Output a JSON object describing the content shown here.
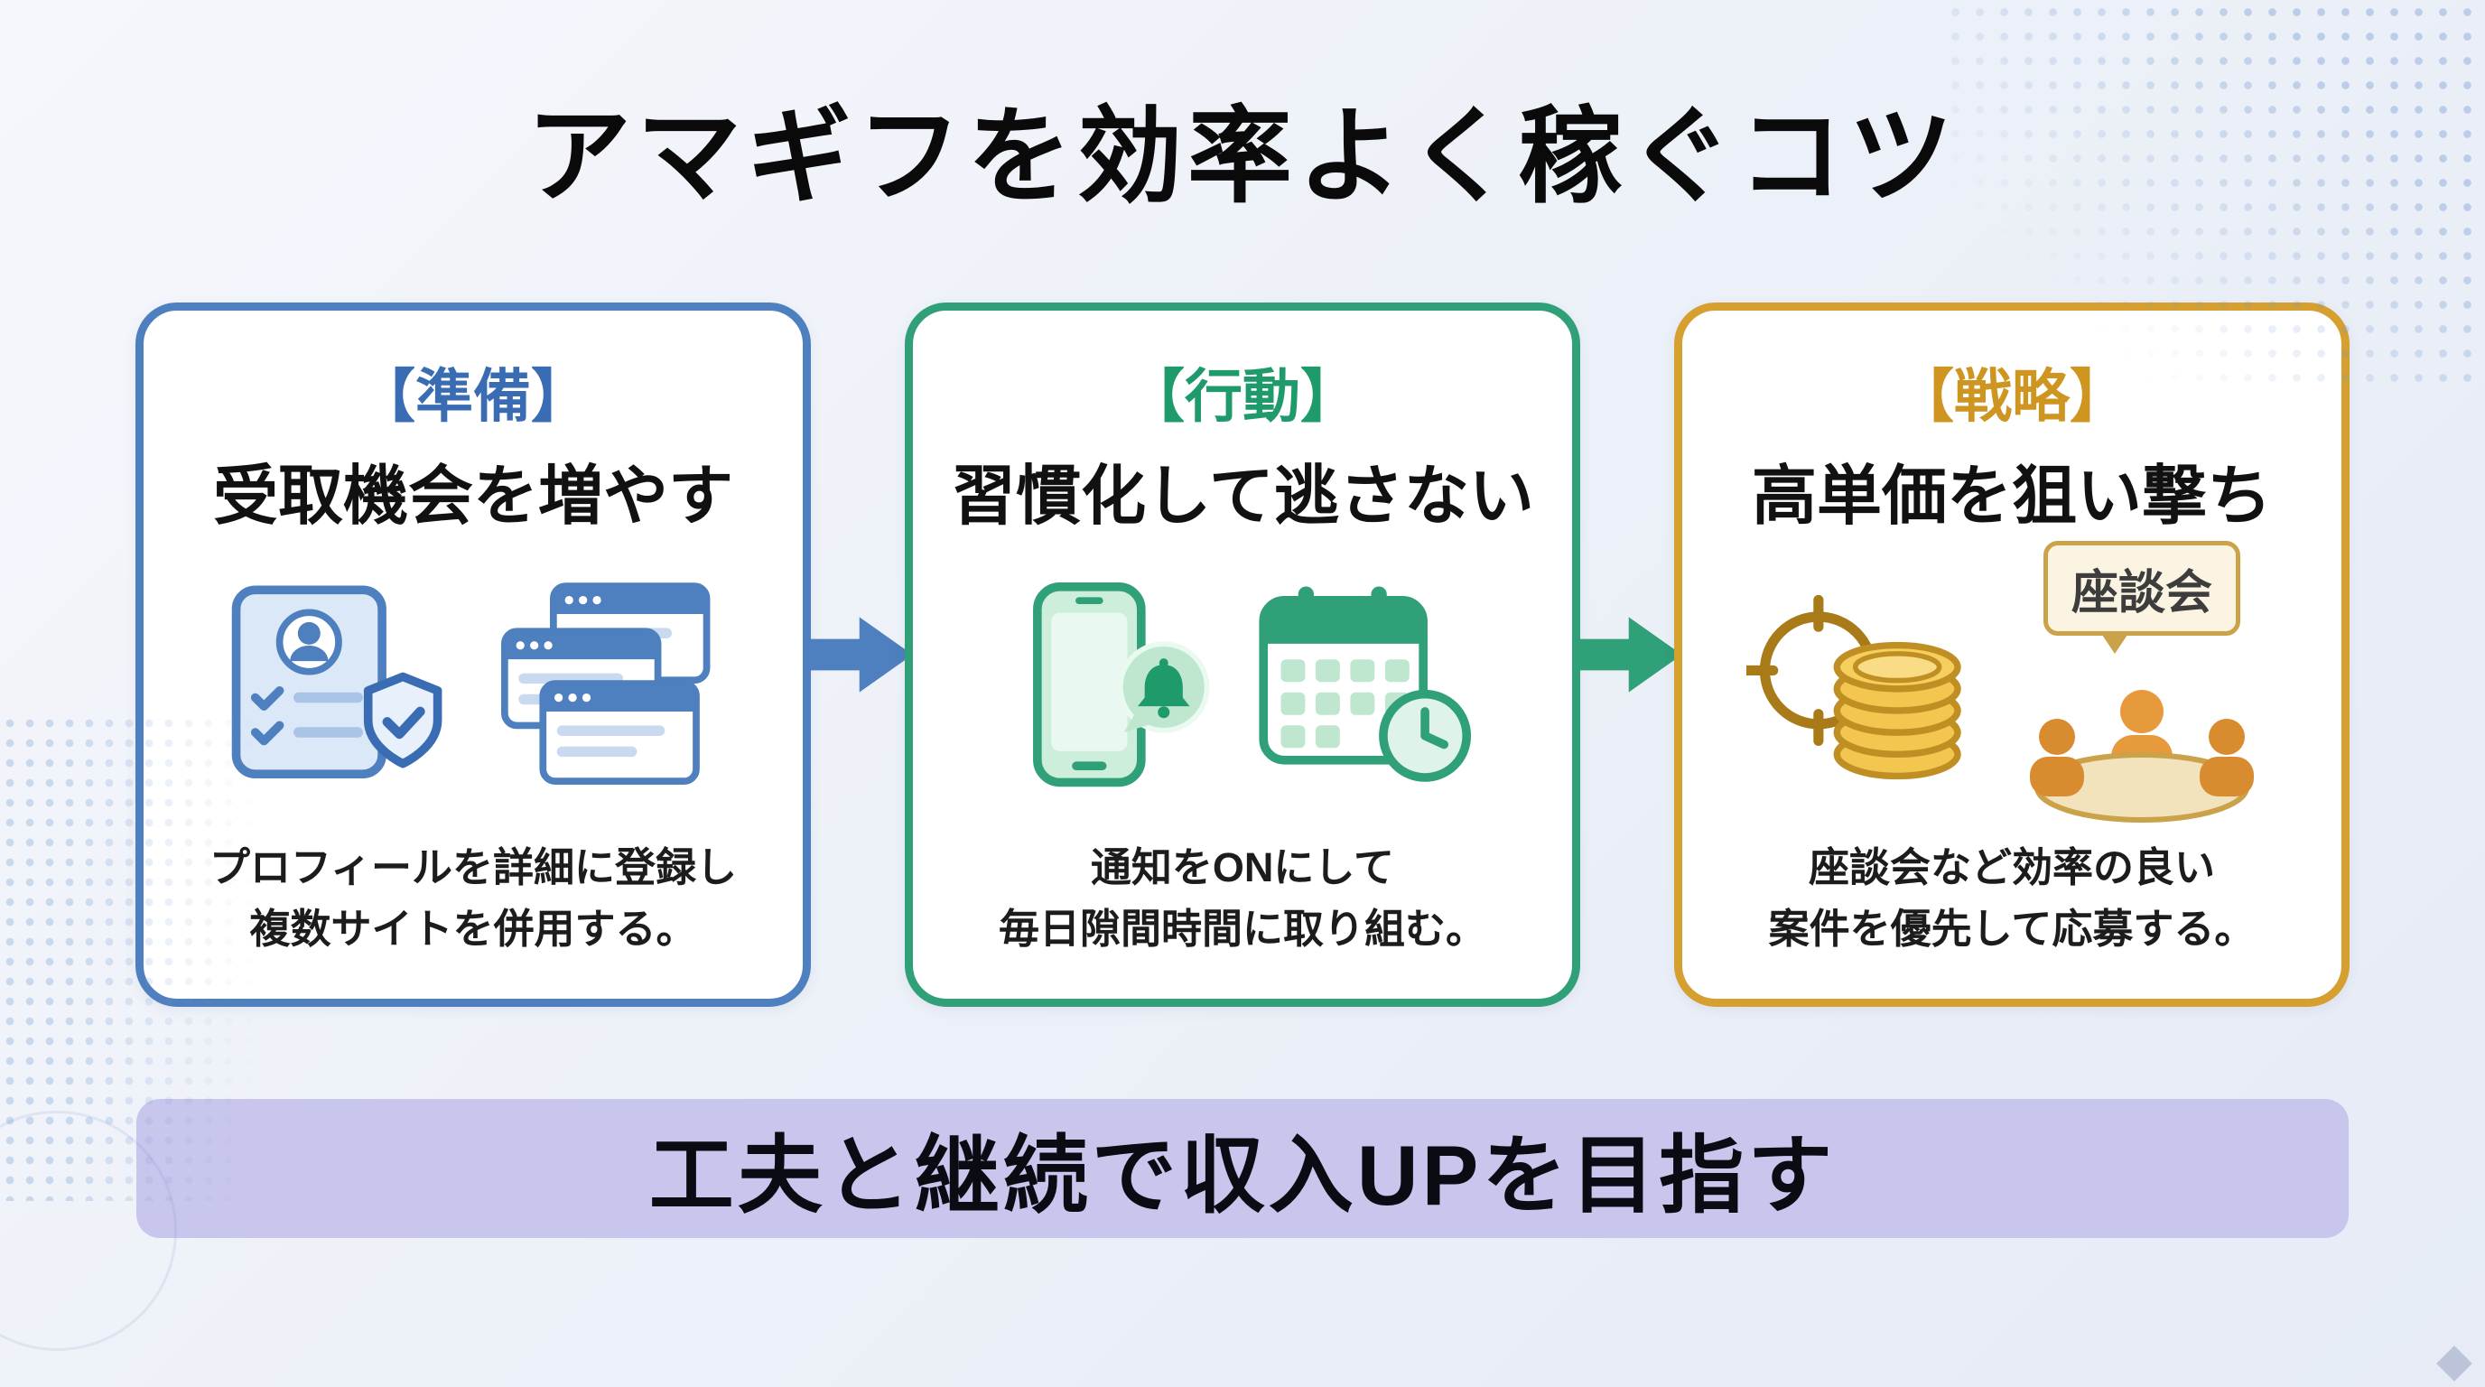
{
  "title": "アマギフを効率よく稼ぐコツ",
  "banner": "工夫と継続で収入UPを目指す",
  "cards": [
    {
      "tag": "【準備】",
      "heading": "受取機会を増やす",
      "caption1": "プロフィールを詳細に登録し",
      "caption2": "複数サイトを併用する。"
    },
    {
      "tag": "【行動】",
      "heading": "習慣化して逃さない",
      "caption1": "通知をONにして",
      "caption2": "毎日隙間時間に取り組む。"
    },
    {
      "tag": "【戦略】",
      "heading": "高単価を狙い撃ち",
      "caption1": "座談会など効率の良い",
      "caption2": "案件を優先して応募する。"
    }
  ],
  "labels": {
    "speech_bubble": "座談会"
  },
  "colors": {
    "card1_accent": "#4E7FBE",
    "card2_accent": "#2FA077",
    "card3_accent": "#D5A02F",
    "arrow1": "#4E7FBE",
    "arrow2": "#2FA077",
    "banner_bg": "#C9C6EE"
  }
}
